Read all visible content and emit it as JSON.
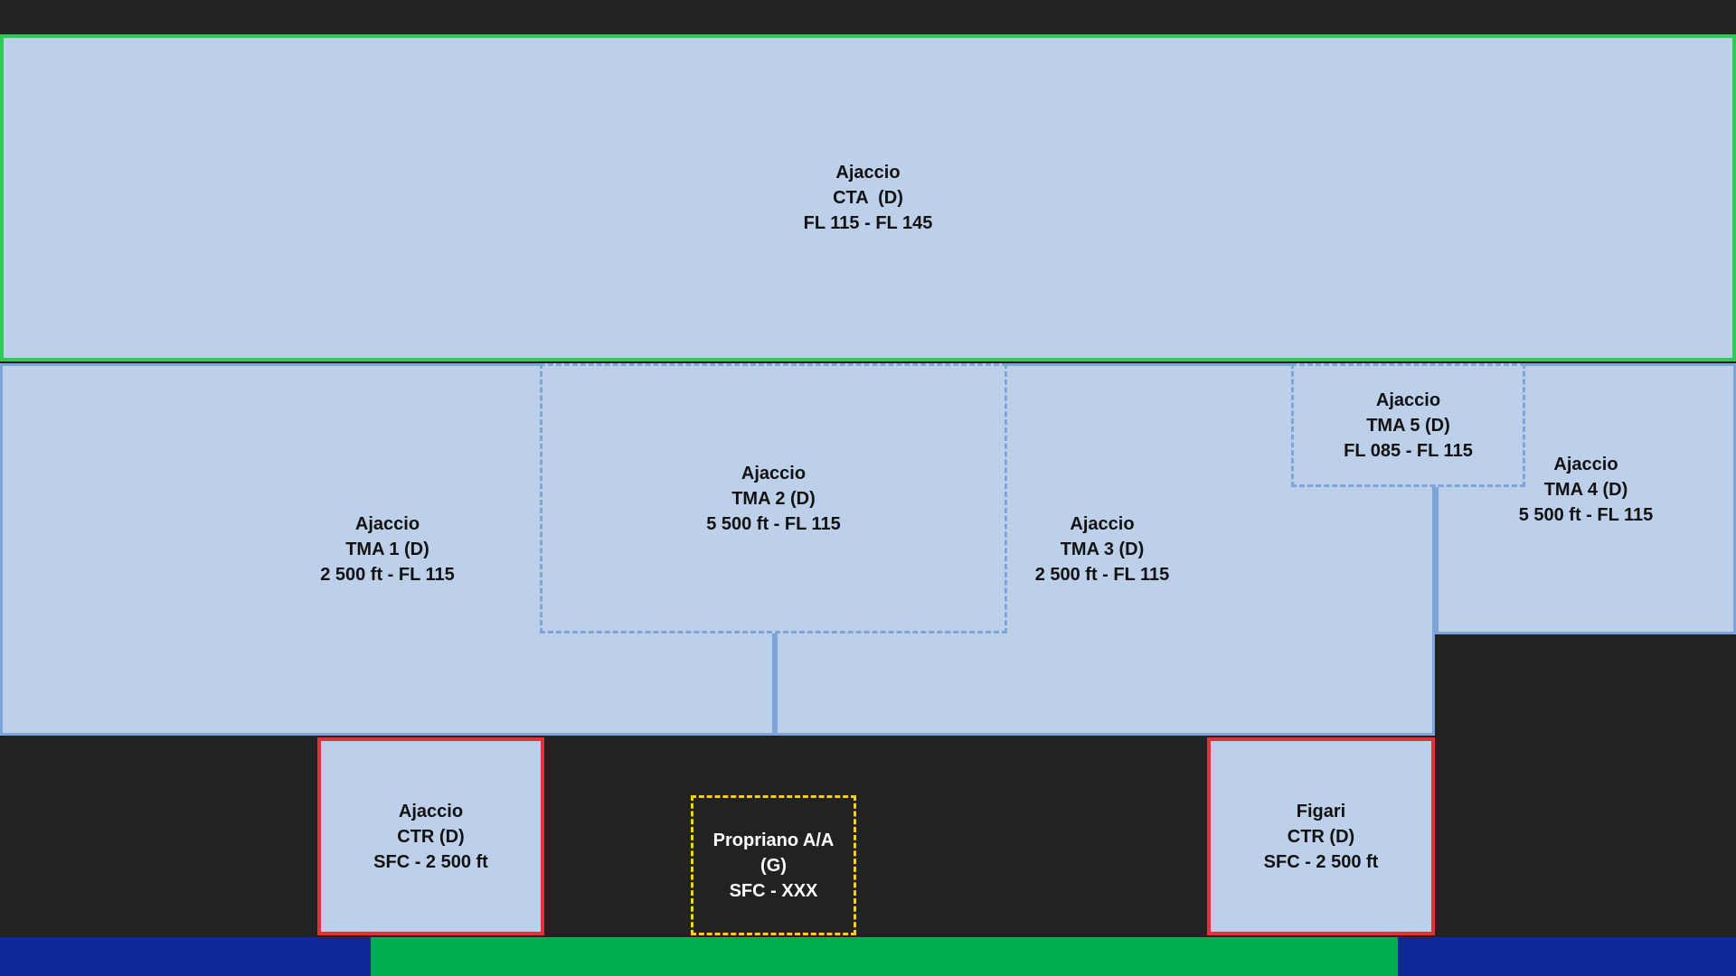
{
  "colors": {
    "background": "#222222",
    "zone_fill": "#bdd0ea",
    "cta_border": "#2ecc55",
    "tma_border": "#7fa4d8",
    "ctr_border": "#e0323a",
    "class_g_border": "#f2cf24",
    "band_blue": "#0e2a9a",
    "band_green": "#00ae4e"
  },
  "zones": {
    "cta": {
      "name": "Ajaccio",
      "class": "CTA  (D)",
      "limits": "FL 115 - FL 145"
    },
    "tma1": {
      "name": "Ajaccio",
      "class": "TMA 1 (D)",
      "limits": "2 500 ft - FL 115"
    },
    "tma2": {
      "name": "Ajaccio",
      "class": "TMA 2 (D)",
      "limits": "5 500 ft - FL 115"
    },
    "tma3": {
      "name": "Ajaccio",
      "class": "TMA 3 (D)",
      "limits": "2 500 ft - FL 115"
    },
    "tma4": {
      "name": "Ajaccio",
      "class": "TMA 4 (D)",
      "limits": "5 500 ft - FL 115"
    },
    "tma5": {
      "name": "Ajaccio",
      "class": "TMA 5 (D)",
      "limits": "FL 085 - FL 115"
    },
    "ctr_ajaccio": {
      "name": "Ajaccio",
      "class": "CTR (D)",
      "limits": "SFC - 2 500 ft"
    },
    "propriano": {
      "name": "Propriano A/A",
      "class": "(G)",
      "limits": "SFC - XXX"
    },
    "ctr_figari": {
      "name": "Figari",
      "class": "CTR (D)",
      "limits": "SFC - 2 500 ft"
    }
  }
}
